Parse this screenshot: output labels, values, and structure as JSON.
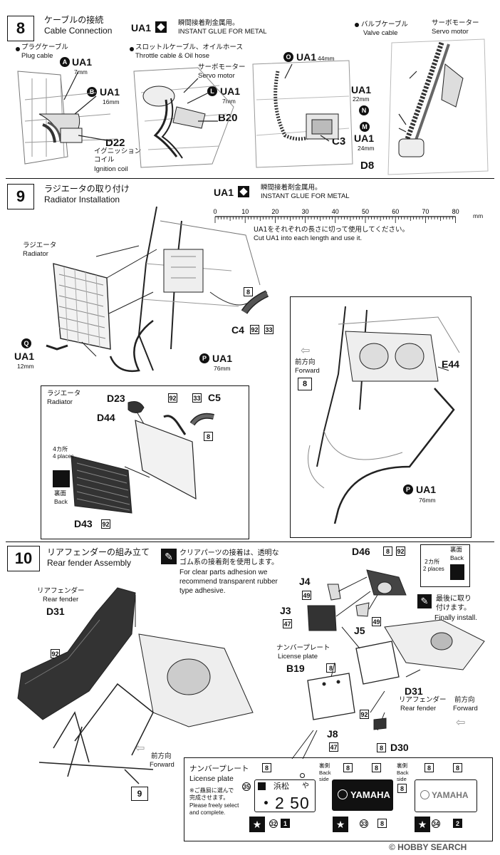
{
  "step8": {
    "number": "8",
    "title_jp": "ケーブルの接続",
    "title_en": "Cable Connection",
    "glue_code": "UA1",
    "glue_jp": "瞬間接着剤金属用。",
    "glue_en": "INSTANT GLUE   FOR METAL",
    "p1": {
      "label_jp": "プラグケーブル",
      "label_en": "Plug cable",
      "a_letter": "A",
      "a_code": "UA1",
      "a_len": "7mm",
      "b_letter": "B",
      "b_code": "UA1",
      "b_len": "16mm",
      "part": "D22",
      "coil_jp1": "イグニッション",
      "coil_jp2": "コイル",
      "coil_en": "Ignition coil"
    },
    "p2": {
      "label_jp": "スロットルケーブル、オイルホース",
      "label_en": "Throttle cable & Oil hose",
      "servo_jp": "サーボモーター",
      "servo_en": "Servo motor",
      "l_letter": "L",
      "l_code": "UA1",
      "l_len": "7mm",
      "part": "B20"
    },
    "p3": {
      "o_letter": "O",
      "o_code": "UA1",
      "o_len": "44mm",
      "part": "C3"
    },
    "p4": {
      "valve_jp": "バルブケーブル",
      "valve_en": "Valve cable",
      "servo_jp": "サーボモーター",
      "servo_en": "Servo motor",
      "n_code": "UA1",
      "n_len": "22mm",
      "n_letter": "N",
      "m_letter": "M",
      "m_code": "UA1",
      "m_len": "24mm",
      "part": "D8"
    }
  },
  "step9": {
    "number": "9",
    "title_jp": "ラジエータの取り付け",
    "title_en": "Radiator Installation",
    "glue_code": "UA1",
    "glue_jp": "瞬間接着剤金属用。",
    "glue_en": "INSTANT GLUE   FOR METAL",
    "ruler_ticks": [
      "0",
      "10",
      "20",
      "30",
      "40",
      "50",
      "60",
      "70",
      "80"
    ],
    "ruler_unit": "mm",
    "cut_jp": "UA1をそれぞれの長さに切って使用してください。",
    "cut_en": "Cut UA1 into each length and use it.",
    "radiator_jp": "ラジエータ",
    "radiator_en": "Radiator",
    "paint8": "8",
    "c4": "C4",
    "paint92": "92",
    "paint33": "33",
    "q_letter": "Q",
    "q_code": "UA1",
    "q_len": "12mm",
    "p_letter": "P",
    "p_code": "UA1",
    "p_len": "76mm",
    "inset": {
      "radiator_jp": "ラジエータ",
      "radiator_en": "Radiator",
      "d23": "D23",
      "c5": "C5",
      "d44": "D44",
      "paint92": "92",
      "paint33": "33",
      "paint8": "8",
      "places_jp": "4カ所",
      "places_en": "4 places",
      "back_jp": "裏面",
      "back_en": "Back",
      "d43": "D43",
      "paint92b": "92"
    },
    "right_inset": {
      "forward_jp": "前方向",
      "forward_en": "Forward",
      "step_ref": "8",
      "e44": "E44",
      "p_letter": "P",
      "p_code": "UA1",
      "p_len": "76mm"
    }
  },
  "step10": {
    "number": "10",
    "title_jp": "リアフェンダーの組み立て",
    "title_en": "Rear fender Assembly",
    "clear_jp1": "クリアパーツの接着は、透明な",
    "clear_jp2": "ゴム系の接着剤を使用します。",
    "clear_en1": "For clear parts adhesion we",
    "clear_en2": "recommend transparent rubber",
    "clear_en3": "type adhesive.",
    "rear_fender_jp": "リアフェンダー",
    "rear_fender_en": "Rear fender",
    "d31": "D31",
    "paint92": "92",
    "forward_jp": "前方向",
    "forward_en": "Forward",
    "step_ref": "9",
    "d46": "D46",
    "paint8": "8",
    "paint92b": "92",
    "j4": "J4",
    "paint49": "49",
    "places_jp": "2カ所",
    "places_en": "2 places",
    "back_jp": "裏面",
    "back_en": "Back",
    "j3": "J3",
    "paint47": "47",
    "j5": "J5",
    "paint49b": "49",
    "final_jp1": "最後に取り",
    "final_jp2": "付けます。",
    "final_en": "Finally install.",
    "plate_jp": "ナンバープレート",
    "plate_en": "License plate",
    "b19": "B19",
    "paint8b": "8",
    "d31b": "D31",
    "rear_jp": "リアフェンダー",
    "rear_en": "Rear fender",
    "fwd_jp": "前方向",
    "fwd_en": "Forward",
    "paint92c": "92",
    "j8": "J8",
    "paint47b": "47",
    "paint8c": "8",
    "d30": "D30"
  },
  "plates": {
    "title_jp": "ナンバープレート",
    "title_en": "License plate",
    "note_jp1": "※ご贔屓に選んで",
    "note_jp2": "完成させます。",
    "note_en1": "Please freely select",
    "note_en2": "and complete.",
    "back_jp": "裏側",
    "back_en1": "Back",
    "back_en2": "side",
    "plate1_num35": "35",
    "plate1_region": "浜松",
    "plate1_kana": "や",
    "plate1_number": "・2 50",
    "plate1_p32": "32",
    "plate1_p1": "1",
    "plate2_brand": "YAMAHA",
    "plate2_p33": "33",
    "plate2_p8": "8",
    "plate3_brand": "YAMAHA",
    "plate3_p34": "34",
    "plate3_p2": "2",
    "p8": "8"
  },
  "watermark": "© HOBBY SEARCH"
}
